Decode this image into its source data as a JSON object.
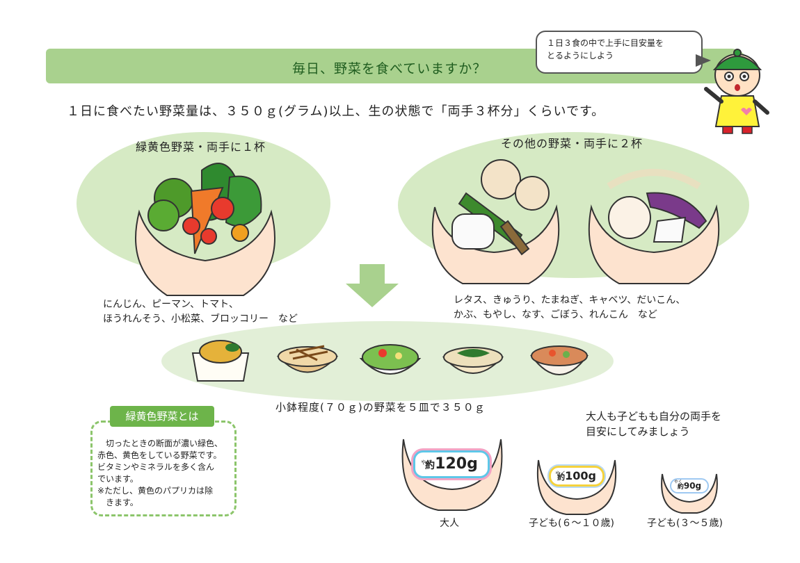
{
  "title": "毎日、野菜を食べていますか？",
  "bubble": {
    "line1": "１日３食の中で上手に目安量を",
    "line2": "とるようにしよう"
  },
  "intro": "１日に食べたい野菜量は、３５０ｇ(グラム)以上、生の状態で「両手３杯分」くらいです。",
  "left_section": {
    "heading": "緑黄色野菜・両手に１杯",
    "examples_line1": "にんじん、ピーマン、トマト、",
    "examples_line2": "ほうれんそう、小松菜、ブロッコリー　など"
  },
  "right_section": {
    "heading": "その他の野菜・両手に２杯",
    "examples_line1": "レタス、きゅうり、たまねぎ、キャベツ、だいこん、",
    "examples_line2": "かぶ、もやし、なす、ごぼう、れんこん　など"
  },
  "dish_caption": "小鉢程度(７０ｇ)の野菜を５皿で３５０ｇ",
  "info_box": {
    "label": "緑黄色野菜とは",
    "line1": "　切ったときの断面が濃い緑色、",
    "line2": "赤色、黄色をしている野菜です。",
    "line3": "ビタミンやミネラルを多く含ん",
    "line4": "でいます。",
    "line5": "※ただし、黄色のパプリカは除",
    "line6": "　きます。"
  },
  "hands_note": {
    "line1": "大人も子どもも自分の両手を",
    "line2": "目安にしてみましょう"
  },
  "hands": [
    {
      "label": "大人",
      "yaku": "やく",
      "prefix": "約",
      "amount": "120g"
    },
    {
      "label": "子ども(６～１０歳)",
      "yaku": "やく",
      "prefix": "約",
      "amount": "100g"
    },
    {
      "label": "子ども(３～５歳)",
      "yaku": "やく",
      "prefix": "約",
      "amount": "90g"
    }
  ],
  "colors": {
    "banner": "#a9d18e",
    "oval": "#d6eac4",
    "arrow": "#a9d18e",
    "info_label": "#6db44a"
  }
}
